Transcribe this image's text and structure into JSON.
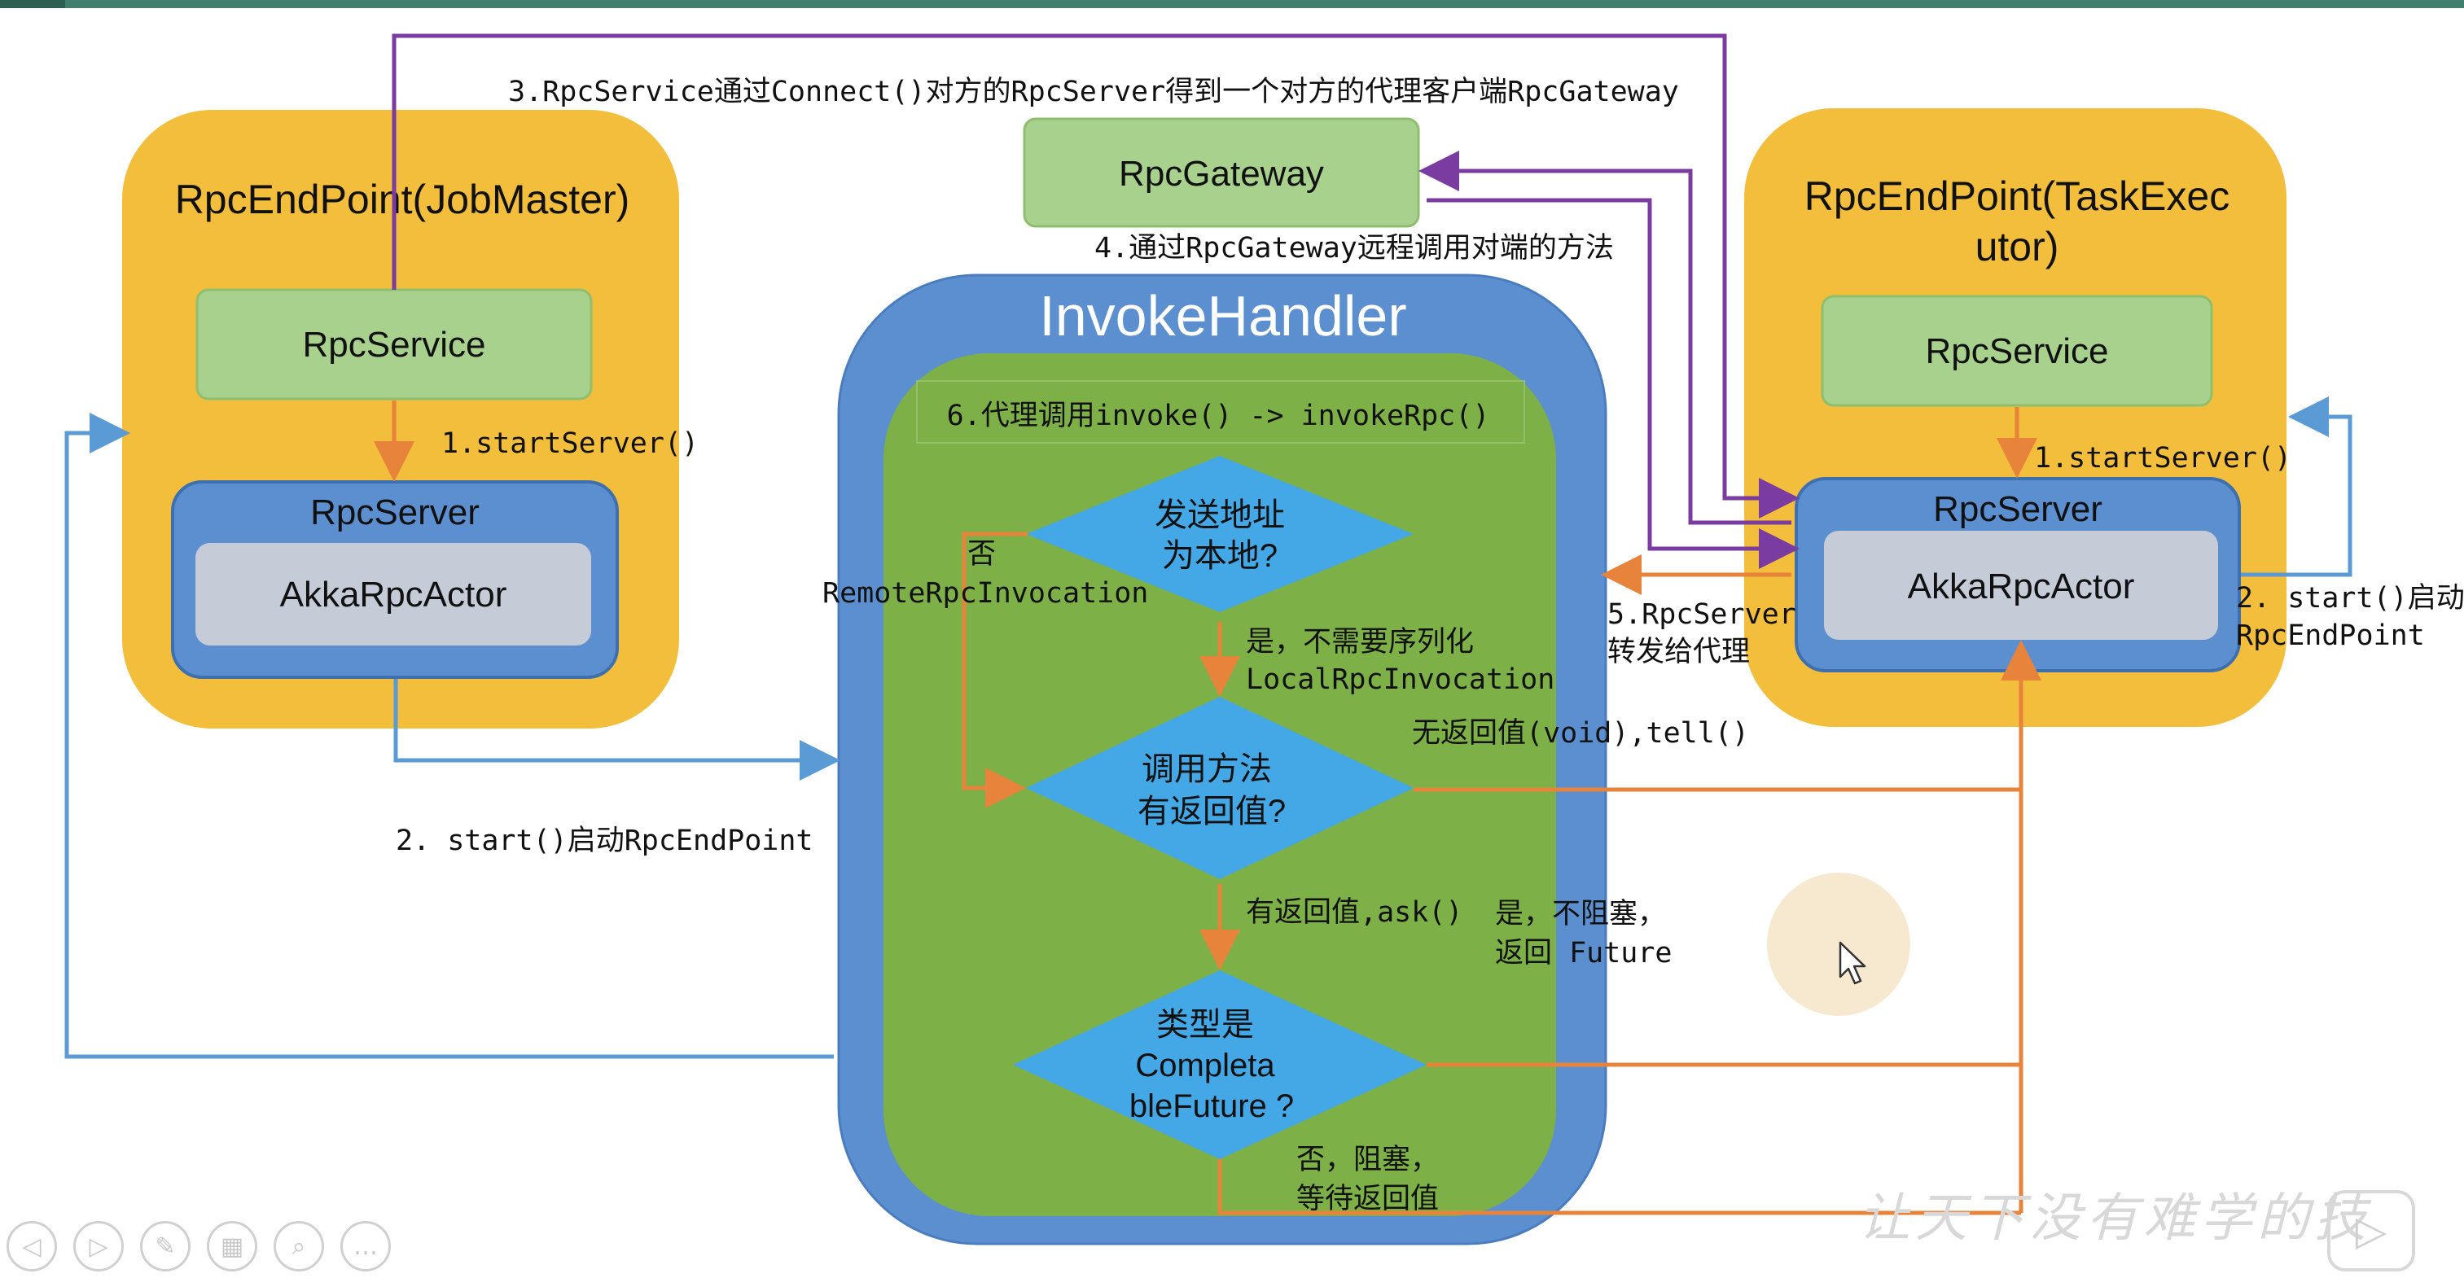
{
  "left_endpoint": {
    "title": "RpcEndPoint(JobMaster)",
    "rpc_service": "RpcService",
    "rpc_server": "RpcServer",
    "actor": "AkkaRpcActor"
  },
  "right_endpoint": {
    "title_line1": "RpcEndPoint(TaskExec",
    "title_line2": "utor)",
    "rpc_service": "RpcService",
    "rpc_server": "RpcServer",
    "actor": "AkkaRpcActor"
  },
  "gateway": {
    "label": "RpcGateway"
  },
  "invoke_handler": {
    "title": "InvokeHandler",
    "step6": "6.代理调用invoke() -> invokeRpc()",
    "d1_line1": "发送地址",
    "d1_line2": "为本地?",
    "d2_line1": "调用方法",
    "d2_line2": "有返回值?",
    "d3_line1": "类型是",
    "d3_line2": "Completa",
    "d3_line3": "bleFuture ?"
  },
  "notes": {
    "step3": "3.RpcService通过Connect()对方的RpcServer得到一个对方的代理客户端RpcGateway",
    "step4": "4.通过RpcGateway远程调用对端的方法",
    "left_start_server": "1.startServer()",
    "right_start_server": "1.startServer()",
    "left_start": "2. start()启动RpcEndPoint",
    "right_start_line1": "2. start()启动",
    "right_start_line2": "RpcEndPoint",
    "step5_line1": "5.RpcServer",
    "step5_line2": "转发给代理",
    "no_label": "否",
    "remote_invocation": "RemoteRpcInvocation",
    "yes_local_line1": "是，不需要序列化",
    "yes_local_line2": "LocalRpcInvocation",
    "void_tell": "无返回值(void),tell()",
    "has_return_ask": "有返回值,ask()",
    "yes_nonblock_line1": "是，不阻塞，",
    "yes_nonblock_line2": "返回 Future",
    "no_block_line1": "否，阻塞，",
    "no_block_line2": "等待返回值"
  },
  "watermark": "让天下没有难学的技",
  "controls": {
    "prev": "◁",
    "next": "▷",
    "pen": "✎",
    "grid": "▦",
    "zoom": "⌕",
    "more": "…",
    "play": "▷"
  },
  "colors": {
    "endpoint_yellow": "#F2BE3C",
    "service_green": "#A9D18E",
    "server_blue": "#5B8FD0",
    "actor_gray": "#C5CCD8",
    "handler_green": "#7EB048",
    "diamond_blue": "#44A7E6",
    "arrow_orange": "#E7833A",
    "arrow_purple": "#7A3CA0",
    "arrow_blue": "#5B9BD5"
  },
  "icons": {
    "cursor": "mouse-pointer-icon"
  }
}
